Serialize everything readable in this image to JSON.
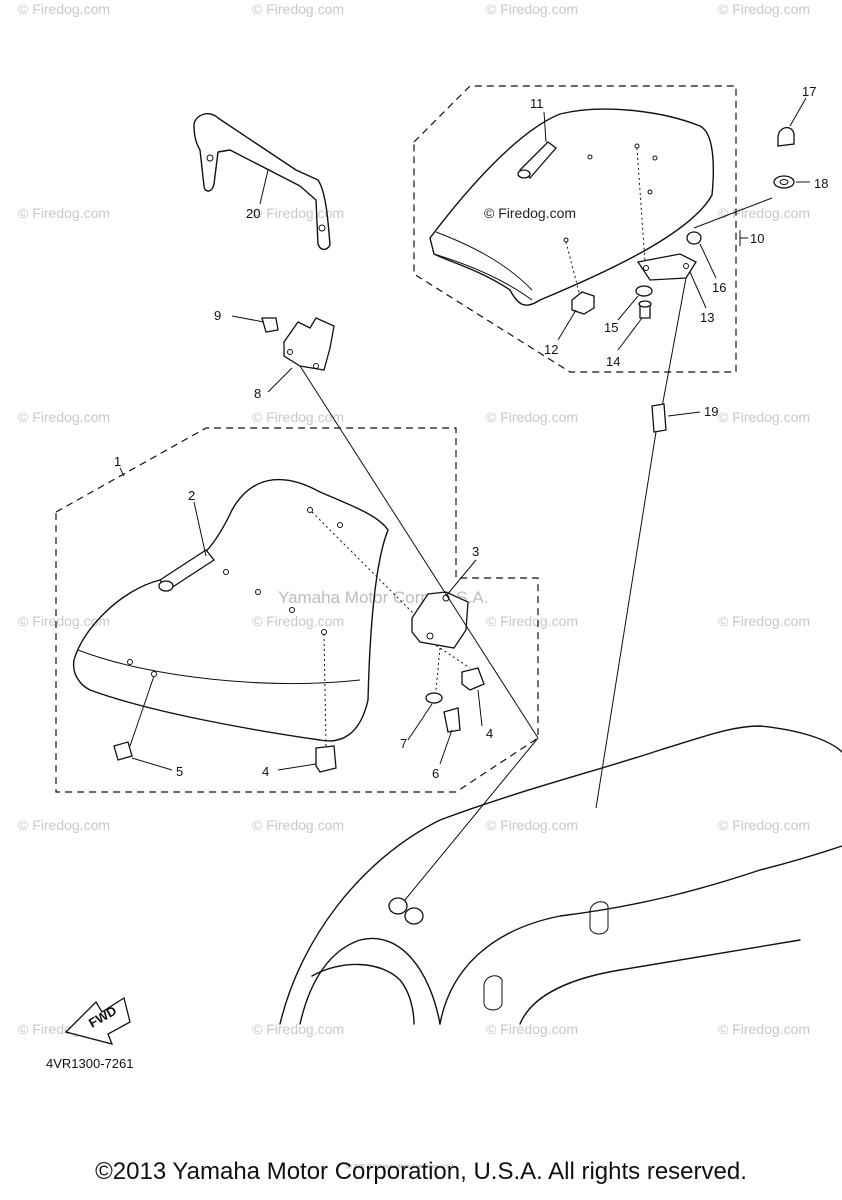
{
  "watermark": "© Firedog.com",
  "center_watermark": "Yamaha Motor Corp, U.S.A.",
  "inner_watermark": "© Firedog.com",
  "diagram_code": "4VR1300-7261",
  "fwd_label": "FWD",
  "tiny_notice": "(c) 2005-2015 Yamaha Motor Corporation, U.S.A.",
  "copyright": "©2013 Yamaha Motor Corporation, U.S.A. All rights reserved.",
  "callouts": {
    "c1": "1",
    "c2": "2",
    "c3": "3",
    "c4a": "4",
    "c4b": "4",
    "c5": "5",
    "c6": "6",
    "c7": "7",
    "c8": "8",
    "c9": "9",
    "c10": "10",
    "c11": "11",
    "c12": "12",
    "c13": "13",
    "c14": "14",
    "c15": "15",
    "c16": "16",
    "c17": "17",
    "c18": "18",
    "c19": "19",
    "c20": "20"
  }
}
